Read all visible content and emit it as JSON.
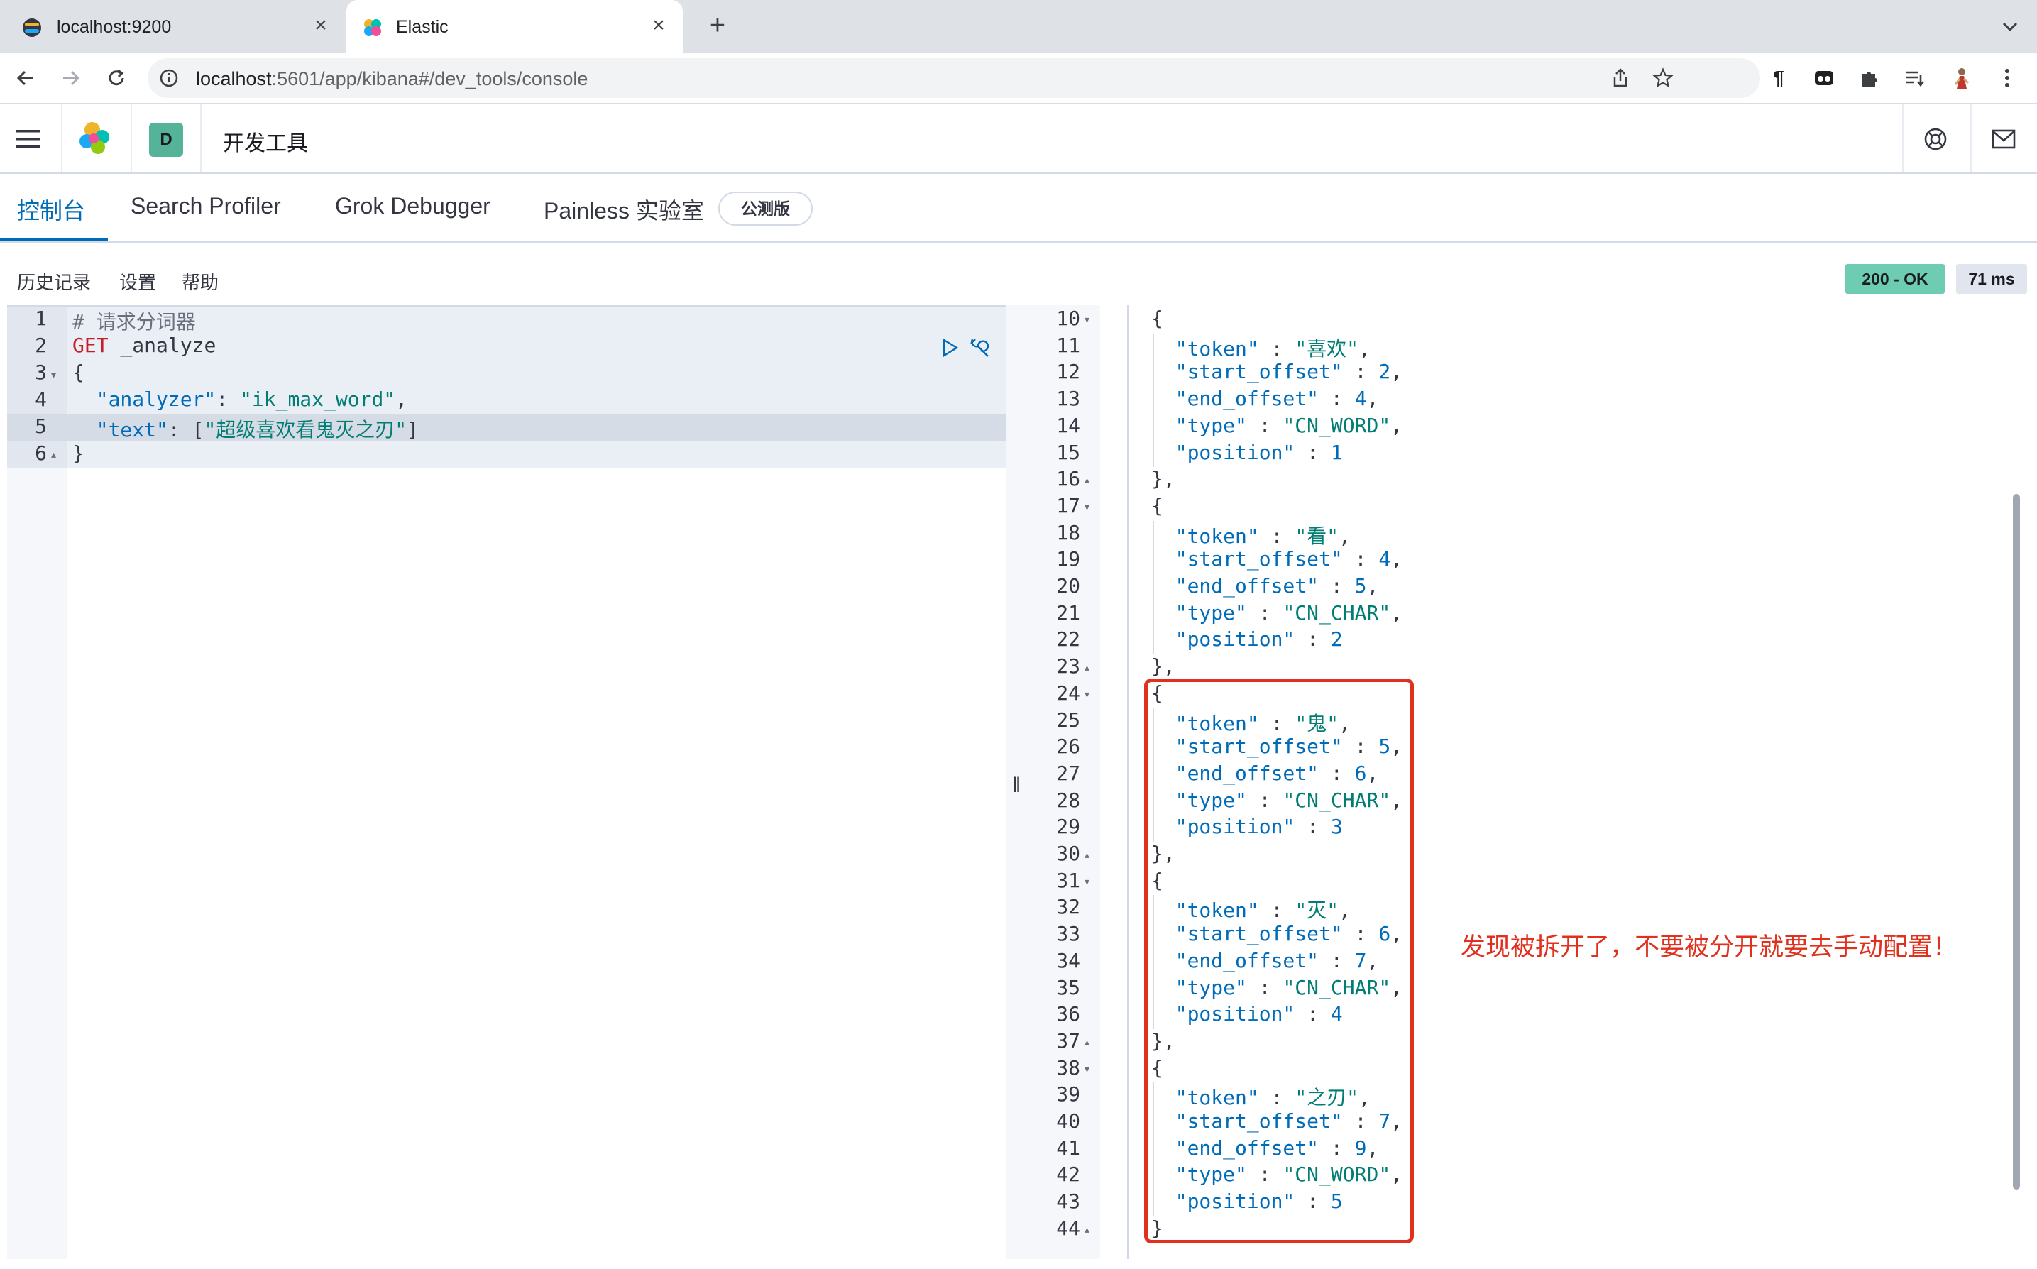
{
  "browser": {
    "tabs": [
      {
        "title": "localhost:9200",
        "active": false,
        "favicon": "elastic-icon"
      },
      {
        "title": "Elastic",
        "active": true,
        "favicon": "elastic-icon"
      }
    ],
    "url_host": "localhost",
    "url_rest": ":5601/app/kibana#/dev_tools/console"
  },
  "kibana": {
    "space_letter": "D",
    "page_title": "开发工具"
  },
  "devtools_tabs": [
    "控制台",
    "Search Profiler",
    "Grok Debugger",
    "Painless 实验室"
  ],
  "beta_badge": "公测版",
  "console_links": [
    "历史记录",
    "设置",
    "帮助"
  ],
  "status": {
    "code": "200 - OK",
    "time": "71 ms"
  },
  "request": {
    "line_numbers": [
      "1",
      "2",
      "3",
      "4",
      "5",
      "6"
    ],
    "lines": [
      {
        "parts": [
          {
            "t": "# 请求分词器",
            "c": "c-comment"
          }
        ]
      },
      {
        "parts": [
          {
            "t": "GET",
            "c": "c-method"
          },
          {
            "t": " _analyze",
            "c": "c-path"
          }
        ]
      },
      {
        "parts": [
          {
            "t": "{",
            "c": "c-path"
          }
        ]
      },
      {
        "parts": [
          {
            "t": "  ",
            "c": "c-path"
          },
          {
            "t": "\"analyzer\"",
            "c": "c-key"
          },
          {
            "t": ": ",
            "c": "c-path"
          },
          {
            "t": "\"ik_max_word\"",
            "c": "c-str"
          },
          {
            "t": ",",
            "c": "c-path"
          }
        ]
      },
      {
        "parts": [
          {
            "t": "  ",
            "c": "c-path"
          },
          {
            "t": "\"text\"",
            "c": "c-key"
          },
          {
            "t": ": [",
            "c": "c-path"
          },
          {
            "t": "\"超级喜欢看鬼灭之刃\"",
            "c": "c-str"
          },
          {
            "t": "]",
            "c": "c-path"
          }
        ]
      },
      {
        "parts": [
          {
            "t": "}",
            "c": "c-path"
          }
        ]
      }
    ]
  },
  "response": {
    "line_numbers": [
      "10",
      "11",
      "12",
      "13",
      "14",
      "15",
      "16",
      "17",
      "18",
      "19",
      "20",
      "21",
      "22",
      "23",
      "24",
      "25",
      "26",
      "27",
      "28",
      "29",
      "30",
      "31",
      "32",
      "33",
      "34",
      "35",
      "36",
      "37",
      "38",
      "39",
      "40",
      "41",
      "42",
      "43",
      "44"
    ],
    "lines": [
      {
        "parts": [
          {
            "t": "{",
            "c": "c-path"
          }
        ]
      },
      {
        "parts": [
          {
            "t": "  ",
            "c": "c-path"
          },
          {
            "t": "\"token\"",
            "c": "c-key"
          },
          {
            "t": " : ",
            "c": "c-path"
          },
          {
            "t": "\"喜欢\"",
            "c": "c-str"
          },
          {
            "t": ",",
            "c": "c-path"
          }
        ]
      },
      {
        "parts": [
          {
            "t": "  ",
            "c": "c-path"
          },
          {
            "t": "\"start_offset\"",
            "c": "c-key"
          },
          {
            "t": " : ",
            "c": "c-path"
          },
          {
            "t": "2",
            "c": "c-num"
          },
          {
            "t": ",",
            "c": "c-path"
          }
        ]
      },
      {
        "parts": [
          {
            "t": "  ",
            "c": "c-path"
          },
          {
            "t": "\"end_offset\"",
            "c": "c-key"
          },
          {
            "t": " : ",
            "c": "c-path"
          },
          {
            "t": "4",
            "c": "c-num"
          },
          {
            "t": ",",
            "c": "c-path"
          }
        ]
      },
      {
        "parts": [
          {
            "t": "  ",
            "c": "c-path"
          },
          {
            "t": "\"type\"",
            "c": "c-key"
          },
          {
            "t": " : ",
            "c": "c-path"
          },
          {
            "t": "\"CN_WORD\"",
            "c": "c-str"
          },
          {
            "t": ",",
            "c": "c-path"
          }
        ]
      },
      {
        "parts": [
          {
            "t": "  ",
            "c": "c-path"
          },
          {
            "t": "\"position\"",
            "c": "c-key"
          },
          {
            "t": " : ",
            "c": "c-path"
          },
          {
            "t": "1",
            "c": "c-num"
          }
        ]
      },
      {
        "parts": [
          {
            "t": "},",
            "c": "c-path"
          }
        ]
      },
      {
        "parts": [
          {
            "t": "{",
            "c": "c-path"
          }
        ]
      },
      {
        "parts": [
          {
            "t": "  ",
            "c": "c-path"
          },
          {
            "t": "\"token\"",
            "c": "c-key"
          },
          {
            "t": " : ",
            "c": "c-path"
          },
          {
            "t": "\"看\"",
            "c": "c-str"
          },
          {
            "t": ",",
            "c": "c-path"
          }
        ]
      },
      {
        "parts": [
          {
            "t": "  ",
            "c": "c-path"
          },
          {
            "t": "\"start_offset\"",
            "c": "c-key"
          },
          {
            "t": " : ",
            "c": "c-path"
          },
          {
            "t": "4",
            "c": "c-num"
          },
          {
            "t": ",",
            "c": "c-path"
          }
        ]
      },
      {
        "parts": [
          {
            "t": "  ",
            "c": "c-path"
          },
          {
            "t": "\"end_offset\"",
            "c": "c-key"
          },
          {
            "t": " : ",
            "c": "c-path"
          },
          {
            "t": "5",
            "c": "c-num"
          },
          {
            "t": ",",
            "c": "c-path"
          }
        ]
      },
      {
        "parts": [
          {
            "t": "  ",
            "c": "c-path"
          },
          {
            "t": "\"type\"",
            "c": "c-key"
          },
          {
            "t": " : ",
            "c": "c-path"
          },
          {
            "t": "\"CN_CHAR\"",
            "c": "c-str"
          },
          {
            "t": ",",
            "c": "c-path"
          }
        ]
      },
      {
        "parts": [
          {
            "t": "  ",
            "c": "c-path"
          },
          {
            "t": "\"position\"",
            "c": "c-key"
          },
          {
            "t": " : ",
            "c": "c-path"
          },
          {
            "t": "2",
            "c": "c-num"
          }
        ]
      },
      {
        "parts": [
          {
            "t": "},",
            "c": "c-path"
          }
        ]
      },
      {
        "parts": [
          {
            "t": "{",
            "c": "c-path"
          }
        ]
      },
      {
        "parts": [
          {
            "t": "  ",
            "c": "c-path"
          },
          {
            "t": "\"token\"",
            "c": "c-key"
          },
          {
            "t": " : ",
            "c": "c-path"
          },
          {
            "t": "\"鬼\"",
            "c": "c-str"
          },
          {
            "t": ",",
            "c": "c-path"
          }
        ]
      },
      {
        "parts": [
          {
            "t": "  ",
            "c": "c-path"
          },
          {
            "t": "\"start_offset\"",
            "c": "c-key"
          },
          {
            "t": " : ",
            "c": "c-path"
          },
          {
            "t": "5",
            "c": "c-num"
          },
          {
            "t": ",",
            "c": "c-path"
          }
        ]
      },
      {
        "parts": [
          {
            "t": "  ",
            "c": "c-path"
          },
          {
            "t": "\"end_offset\"",
            "c": "c-key"
          },
          {
            "t": " : ",
            "c": "c-path"
          },
          {
            "t": "6",
            "c": "c-num"
          },
          {
            "t": ",",
            "c": "c-path"
          }
        ]
      },
      {
        "parts": [
          {
            "t": "  ",
            "c": "c-path"
          },
          {
            "t": "\"type\"",
            "c": "c-key"
          },
          {
            "t": " : ",
            "c": "c-path"
          },
          {
            "t": "\"CN_CHAR\"",
            "c": "c-str"
          },
          {
            "t": ",",
            "c": "c-path"
          }
        ]
      },
      {
        "parts": [
          {
            "t": "  ",
            "c": "c-path"
          },
          {
            "t": "\"position\"",
            "c": "c-key"
          },
          {
            "t": " : ",
            "c": "c-path"
          },
          {
            "t": "3",
            "c": "c-num"
          }
        ]
      },
      {
        "parts": [
          {
            "t": "},",
            "c": "c-path"
          }
        ]
      },
      {
        "parts": [
          {
            "t": "{",
            "c": "c-path"
          }
        ]
      },
      {
        "parts": [
          {
            "t": "  ",
            "c": "c-path"
          },
          {
            "t": "\"token\"",
            "c": "c-key"
          },
          {
            "t": " : ",
            "c": "c-path"
          },
          {
            "t": "\"灭\"",
            "c": "c-str"
          },
          {
            "t": ",",
            "c": "c-path"
          }
        ]
      },
      {
        "parts": [
          {
            "t": "  ",
            "c": "c-path"
          },
          {
            "t": "\"start_offset\"",
            "c": "c-key"
          },
          {
            "t": " : ",
            "c": "c-path"
          },
          {
            "t": "6",
            "c": "c-num"
          },
          {
            "t": ",",
            "c": "c-path"
          }
        ]
      },
      {
        "parts": [
          {
            "t": "  ",
            "c": "c-path"
          },
          {
            "t": "\"end_offset\"",
            "c": "c-key"
          },
          {
            "t": " : ",
            "c": "c-path"
          },
          {
            "t": "7",
            "c": "c-num"
          },
          {
            "t": ",",
            "c": "c-path"
          }
        ]
      },
      {
        "parts": [
          {
            "t": "  ",
            "c": "c-path"
          },
          {
            "t": "\"type\"",
            "c": "c-key"
          },
          {
            "t": " : ",
            "c": "c-path"
          },
          {
            "t": "\"CN_CHAR\"",
            "c": "c-str"
          },
          {
            "t": ",",
            "c": "c-path"
          }
        ]
      },
      {
        "parts": [
          {
            "t": "  ",
            "c": "c-path"
          },
          {
            "t": "\"position\"",
            "c": "c-key"
          },
          {
            "t": " : ",
            "c": "c-path"
          },
          {
            "t": "4",
            "c": "c-num"
          }
        ]
      },
      {
        "parts": [
          {
            "t": "},",
            "c": "c-path"
          }
        ]
      },
      {
        "parts": [
          {
            "t": "{",
            "c": "c-path"
          }
        ]
      },
      {
        "parts": [
          {
            "t": "  ",
            "c": "c-path"
          },
          {
            "t": "\"token\"",
            "c": "c-key"
          },
          {
            "t": " : ",
            "c": "c-path"
          },
          {
            "t": "\"之刃\"",
            "c": "c-str"
          },
          {
            "t": ",",
            "c": "c-path"
          }
        ]
      },
      {
        "parts": [
          {
            "t": "  ",
            "c": "c-path"
          },
          {
            "t": "\"start_offset\"",
            "c": "c-key"
          },
          {
            "t": " : ",
            "c": "c-path"
          },
          {
            "t": "7",
            "c": "c-num"
          },
          {
            "t": ",",
            "c": "c-path"
          }
        ]
      },
      {
        "parts": [
          {
            "t": "  ",
            "c": "c-path"
          },
          {
            "t": "\"end_offset\"",
            "c": "c-key"
          },
          {
            "t": " : ",
            "c": "c-path"
          },
          {
            "t": "9",
            "c": "c-num"
          },
          {
            "t": ",",
            "c": "c-path"
          }
        ]
      },
      {
        "parts": [
          {
            "t": "  ",
            "c": "c-path"
          },
          {
            "t": "\"type\"",
            "c": "c-key"
          },
          {
            "t": " : ",
            "c": "c-path"
          },
          {
            "t": "\"CN_WORD\"",
            "c": "c-str"
          },
          {
            "t": ",",
            "c": "c-path"
          }
        ]
      },
      {
        "parts": [
          {
            "t": "  ",
            "c": "c-path"
          },
          {
            "t": "\"position\"",
            "c": "c-key"
          },
          {
            "t": " : ",
            "c": "c-path"
          },
          {
            "t": "5",
            "c": "c-num"
          }
        ]
      },
      {
        "parts": [
          {
            "t": "}",
            "c": "c-path"
          }
        ]
      }
    ]
  },
  "annotation": "发现被拆开了，不要被分开就要去手动配置！",
  "colors": {
    "accent": "#006bb8",
    "status_ok": "#6dccb1",
    "annotation_red": "#e0301e"
  }
}
